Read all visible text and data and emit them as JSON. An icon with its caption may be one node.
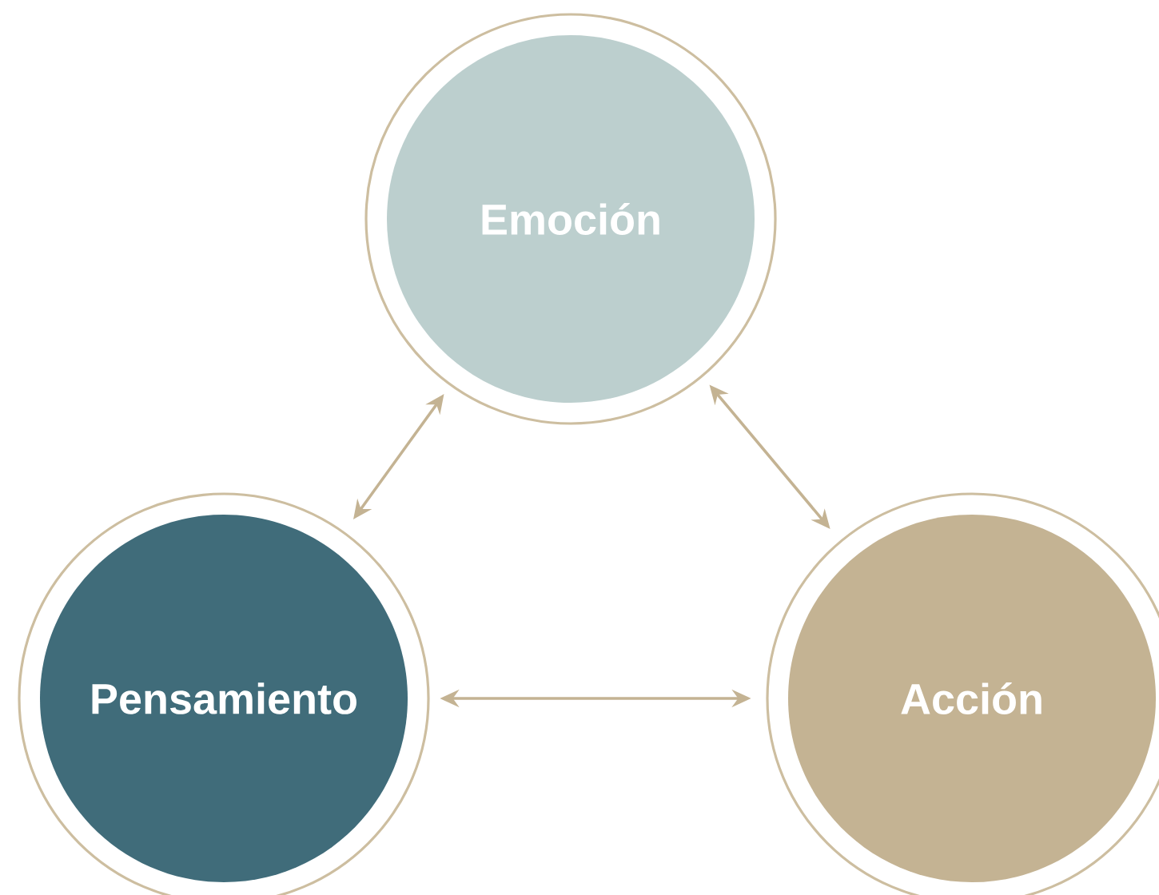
{
  "diagram": {
    "nodes": [
      {
        "text": [
          "Emoción"
        ]
      },
      {
        "text": [
          "Pensamiento"
        ]
      },
      {
        "text": [
          "Acción"
        ]
      }
    ],
    "edges": [
      {
        "from": 0,
        "to": 1,
        "arrow": "both"
      },
      {
        "from": 0,
        "to": 2,
        "arrow": "both"
      },
      {
        "from": 1,
        "to": 2,
        "arrow": "both"
      }
    ]
  }
}
